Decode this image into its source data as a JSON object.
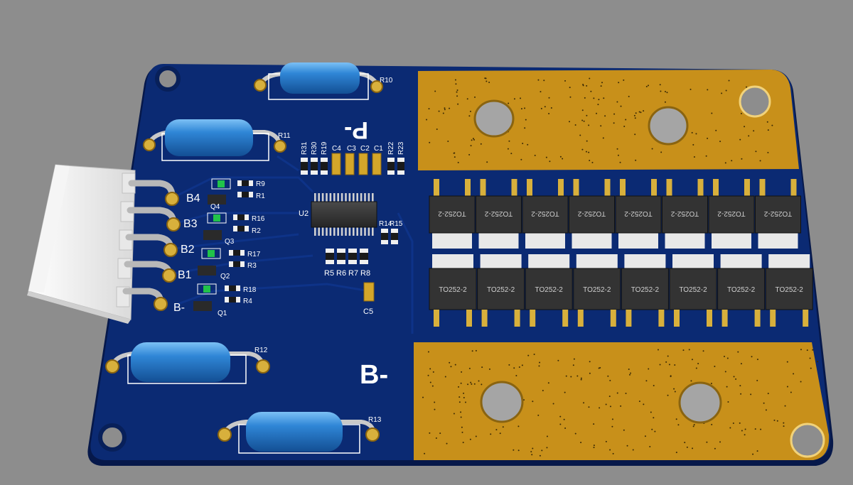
{
  "colors": {
    "background": "#8d8d8d",
    "board": "#0b2a73",
    "copper": "#c8901a",
    "resistor": "#2f86d6",
    "led": "#21c34a",
    "silkscreen": "#ffffff",
    "ic": "#2a2a2a"
  },
  "labels": {
    "p_minus": "P-",
    "b_minus": "B-",
    "b4": "B4",
    "b3": "B3",
    "b2": "B2",
    "b1": "B1",
    "bminus_pin": "B-"
  },
  "designators": {
    "r9": "R9",
    "r1": "R1",
    "r16": "R16",
    "r2": "R2",
    "r17": "R17",
    "r3": "R3",
    "r18": "R18",
    "r4": "R4",
    "q1": "Q1",
    "q2": "Q2",
    "q3": "Q3",
    "q4": "Q4",
    "u2": "U2",
    "r14": "R14",
    "r15": "R15",
    "r5": "R5",
    "r6": "R6",
    "r7": "R7",
    "r8": "R8",
    "c5": "C5",
    "r31": "R31",
    "r30": "R30",
    "r19": "R19",
    "c4": "C4",
    "c3": "C3",
    "c2": "C2",
    "c1": "C1",
    "r22": "R22",
    "r23": "R23",
    "r10": "R10",
    "r11": "R11",
    "r12": "R12",
    "r13": "R13"
  },
  "mosfet": {
    "package": "TO252-2",
    "package_flipped": "TO252-2",
    "top_count": 8,
    "bottom_count": 8
  }
}
